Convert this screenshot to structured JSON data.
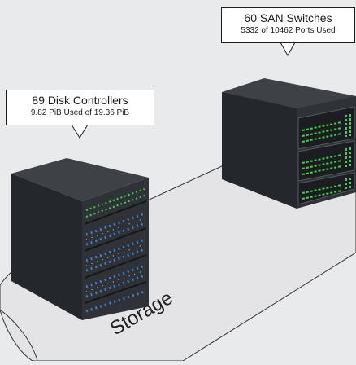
{
  "san_switches": {
    "title": "60 SAN Switches",
    "detail": "5332 of 10462 Ports Used"
  },
  "disk_controllers": {
    "title": "89 Disk Controllers",
    "detail": "9.82 PiB Used of 19.36 PiB"
  },
  "storage_label": "Storage",
  "colors": {
    "background": "#e9eaec",
    "platform": "#e4e4e6",
    "rack_front": "#2f3236",
    "rack_side": "#24272b",
    "rack_top": "#3e4246",
    "led_green": "#3fd14a",
    "drive_blue": "#3d7fc8"
  }
}
